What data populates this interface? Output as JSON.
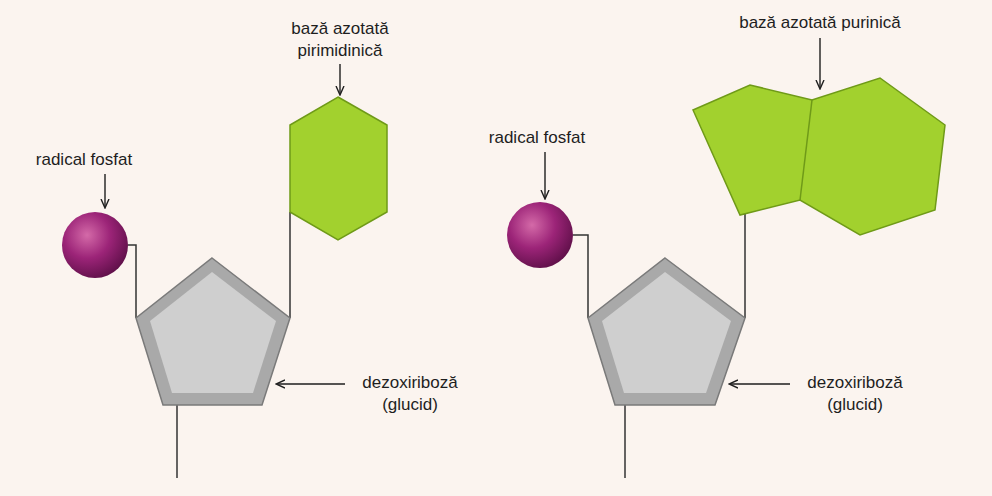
{
  "diagram": {
    "labels": [
      "bază azotată pirimidinică",
      "bază azotată purinică",
      "radical fosfat",
      "radical fosfat",
      "dezoxiriboză (glucid)",
      "dezoxiriboză (glucid)"
    ]
  }
}
